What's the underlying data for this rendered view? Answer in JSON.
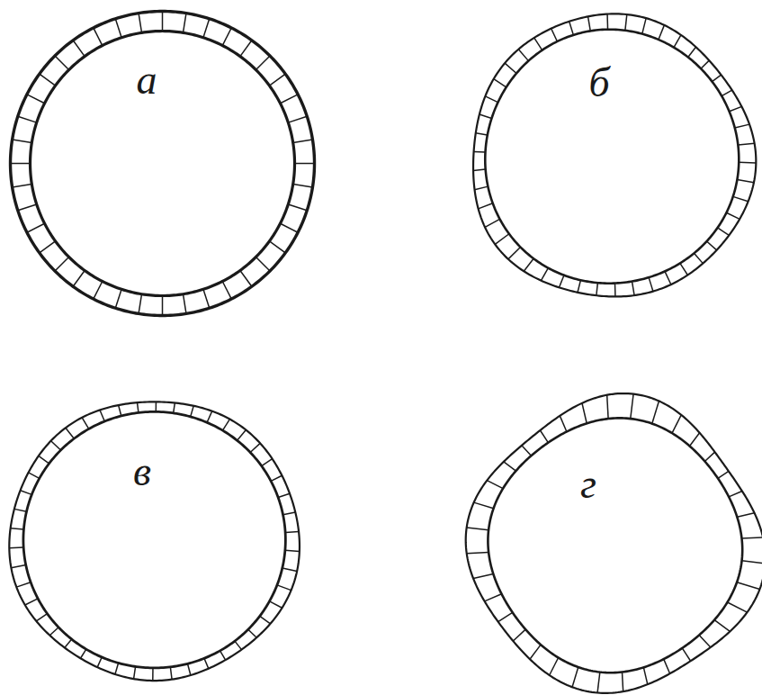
{
  "diagram": {
    "nodes": [
      {
        "text": [
          "а"
        ]
      },
      {
        "text": [
          "б"
        ]
      },
      {
        "text": [
          "в"
        ]
      },
      {
        "text": [
          "г"
        ]
      }
    ]
  }
}
